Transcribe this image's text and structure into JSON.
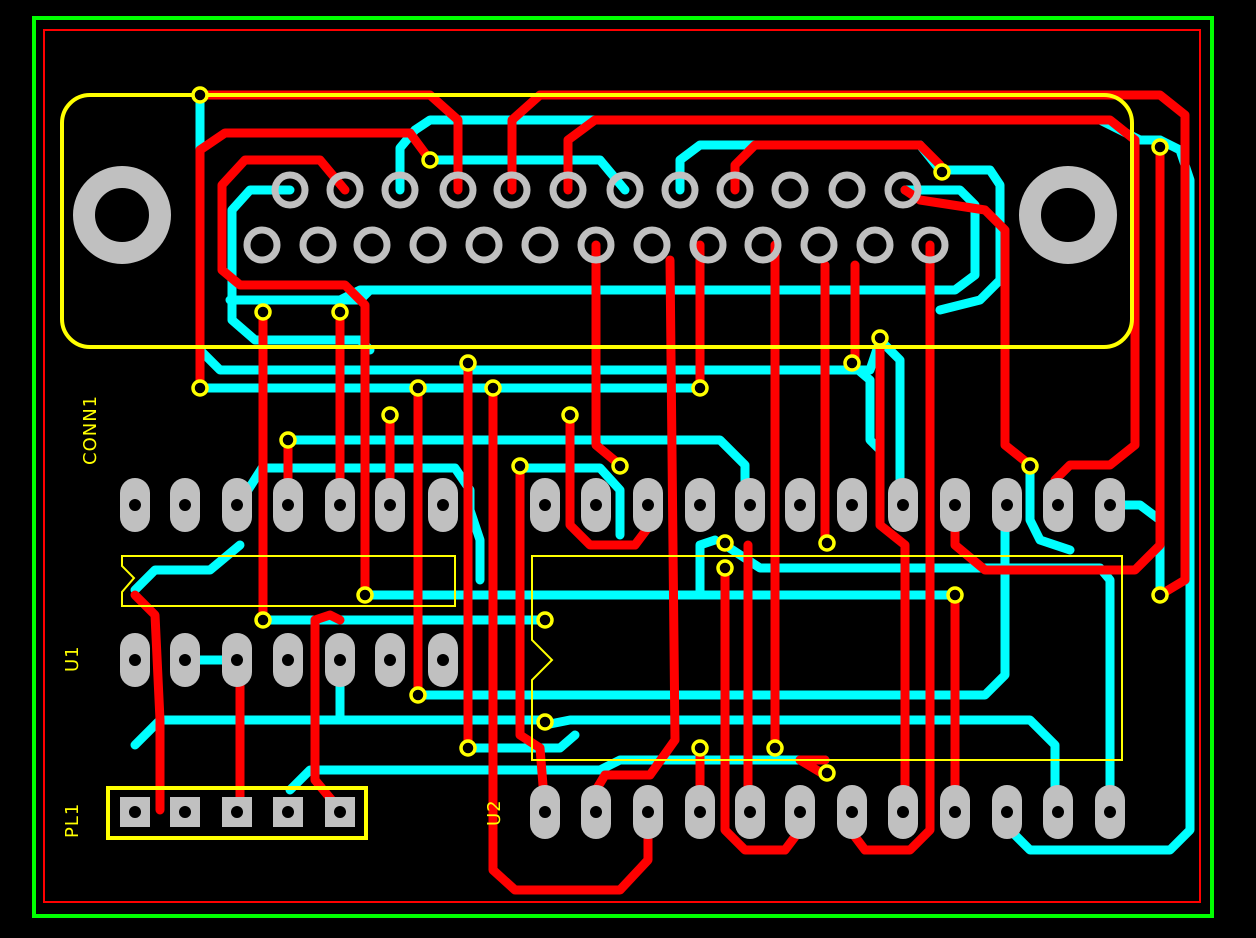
{
  "colors": {
    "background": "#000000",
    "board_outline": "#00ff00",
    "keepout": "#ff0000",
    "top_copper": "#ff0000",
    "bottom_copper": "#00ffff",
    "silkscreen": "#ffff00",
    "pad": "#c0c0c0",
    "via": "#ffff00"
  },
  "labels": {
    "conn1": "CONN1",
    "u1": "U1",
    "u2": "U2",
    "pl1": "PL1"
  }
}
